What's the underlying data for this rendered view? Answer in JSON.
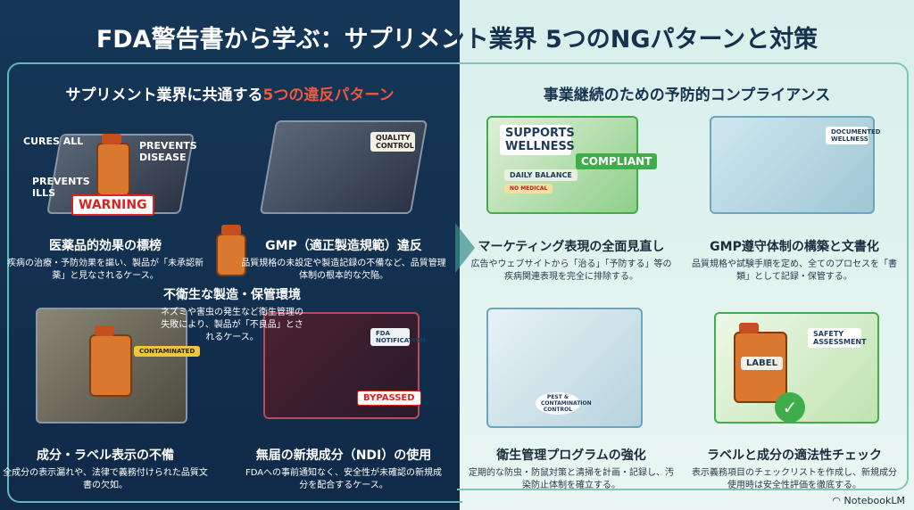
{
  "title": "FDA警告書から学ぶ：サプリメント業界 5つのNGパターンと対策",
  "left": {
    "subtitle_main": "サプリメント業界に共通する",
    "subtitle_highlight": "5つの違反パターン",
    "items": [
      {
        "title": "医薬品的効果の標榜",
        "desc": "疾病の治療・予防効果を謳い、製品が「未承認新薬」と見なされるケース。",
        "tags": [
          "CURES ALL",
          "PREVENTS DISEASE",
          "PREVENTS ILLS",
          "WARNING"
        ]
      },
      {
        "title": "GMP（適正製造規範）違反",
        "desc": "品質規格の未設定や製造記録の不備など、品質管理体制の根本的な欠陥。",
        "tags": [
          "QUALITY CONTROL"
        ]
      },
      {
        "title": "不衛生な製造・保管環境",
        "desc": "ネズミや害虫の発生など衛生管理の失敗により、製品が「不良品」とされるケース。"
      },
      {
        "title": "成分・ラベル表示の不備",
        "desc": "全成分の表示漏れや、法律で義務付けられた品質文書の欠如。",
        "tags": [
          "CONTAMINATED"
        ]
      },
      {
        "title": "無届の新規成分（NDI）の使用",
        "desc": "FDAへの事前通知なく、安全性が未確認の新規成分を配合するケース。",
        "tags": [
          "FDA NOTIFICATION",
          "BYPASSED"
        ]
      }
    ]
  },
  "right": {
    "subtitle": "事業継続のための予防的コンプライアンス",
    "items": [
      {
        "title": "マーケティング表現の全面見直し",
        "desc": "広告やウェブサイトから「治る」「予防する」等の疾病関連表現を完全に排除する。",
        "tags": [
          "SUPPORTS WELLNESS",
          "DAILY BALANCE",
          "NO MEDICAL",
          "COMPLIANT"
        ]
      },
      {
        "title": "GMP遵守体制の構築と文書化",
        "desc": "品質規格や試験手順を定め、全てのプロセスを「書類」として記録・保管する。",
        "tags": [
          "DOCUMENTED WELLNESS"
        ]
      },
      {
        "title": "衛生管理プログラムの強化",
        "desc": "定期的な防虫・防鼠対策と清掃を計画・記録し、汚染防止体制を確立する。",
        "tags": [
          "PEST & CONTAMINATION CONTROL"
        ]
      },
      {
        "title": "ラベルと成分の適法性チェック",
        "desc": "表示義務項目のチェックリストを作成し、新規成分使用時は安全性評価を徹底する。",
        "tags": [
          "LABEL",
          "SAFETY ASSESSMENT"
        ]
      }
    ]
  },
  "brand": "NotebookLM",
  "colors": {
    "navy": "#153757",
    "mint": "#e6f4f1",
    "accent_red": "#f0573f",
    "compliant_green": "#3fae4a"
  }
}
